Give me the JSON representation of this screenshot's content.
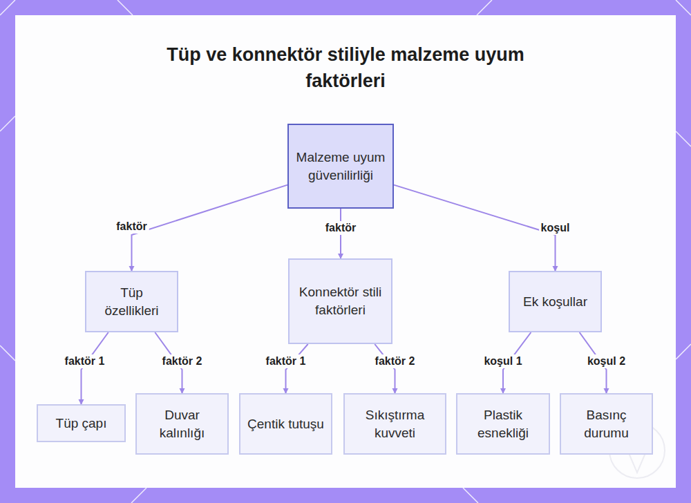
{
  "diagram": {
    "title": "Tüp ve konnektör stiliyle malzeme uyum faktörleri",
    "nodes": [
      {
        "text": [
          "Malzeme uyum güvenilirliği"
        ]
      },
      {
        "text": [
          "Tüp özellikleri"
        ]
      },
      {
        "text": [
          "Konnektör stili faktörleri"
        ]
      },
      {
        "text": [
          "Ek koşullar"
        ]
      },
      {
        "text": [
          "Tüp çapı"
        ]
      },
      {
        "text": [
          "Duvar kalınlığı"
        ]
      },
      {
        "text": [
          "Çentik tutuşu"
        ]
      },
      {
        "text": [
          "Sıkıştırma kuvveti"
        ]
      },
      {
        "text": [
          "Plastik esnekliği"
        ]
      },
      {
        "text": [
          "Basınç durumu"
        ]
      }
    ],
    "edges": [
      {
        "from": 0,
        "to": 1,
        "label": "faktör",
        "arrow": "to"
      },
      {
        "from": 0,
        "to": 2,
        "label": "faktör",
        "arrow": "to"
      },
      {
        "from": 0,
        "to": 3,
        "label": "koşul",
        "arrow": "to"
      },
      {
        "from": 1,
        "to": 4,
        "label": "faktör 1",
        "arrow": "to"
      },
      {
        "from": 1,
        "to": 5,
        "label": "faktör 2",
        "arrow": "to"
      },
      {
        "from": 2,
        "to": 6,
        "label": "faktör 1",
        "arrow": "to"
      },
      {
        "from": 2,
        "to": 7,
        "label": "faktör 2",
        "arrow": "to"
      },
      {
        "from": 3,
        "to": 8,
        "label": "koşul 1",
        "arrow": "to"
      },
      {
        "from": 3,
        "to": 9,
        "label": "koşul 2",
        "arrow": "to"
      }
    ]
  }
}
